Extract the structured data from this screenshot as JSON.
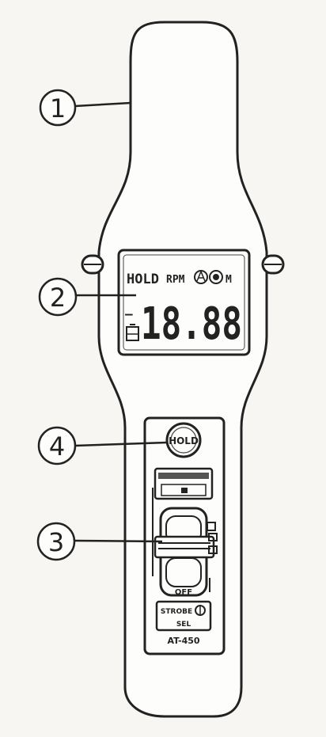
{
  "callouts": [
    "1",
    "2",
    "3",
    "4"
  ],
  "lcd": {
    "hold": "HOLD",
    "rpm": "RPM",
    "minus": "—",
    "digits": "18.88",
    "m": "M"
  },
  "hold_button": "HOLD",
  "switch": {
    "off": "OFF",
    "strobe": "STROBE",
    "bottom": "SEL"
  },
  "model": "AT-450",
  "icons": [
    "battery-icon",
    "auto-range-icon",
    "ring-icon"
  ]
}
